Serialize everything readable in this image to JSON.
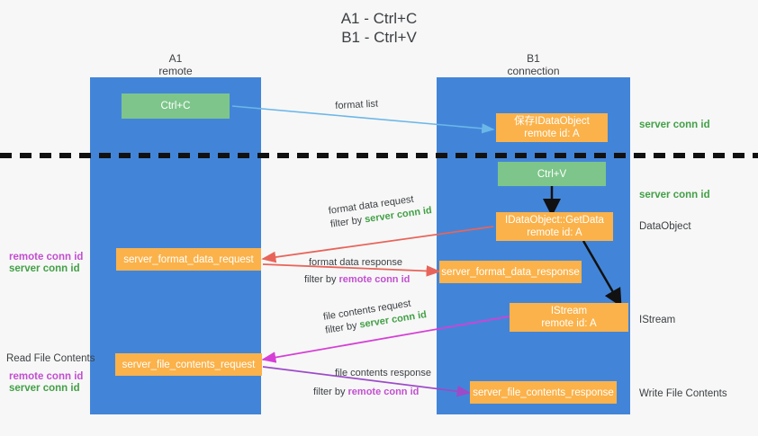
{
  "title": "A1 - Ctrl+C\nB1 - Ctrl+V",
  "columns": [
    {
      "name": "A1",
      "role": "remote",
      "label": "A1\nremote"
    },
    {
      "name": "B1",
      "role": "connection",
      "label": "B1\nconnection"
    }
  ],
  "colors": {
    "lane": "#4285d8",
    "green_box": "#7dc58a",
    "orange_box": "#fbb24a",
    "server_conn_id": "#43a047",
    "remote_conn_id": "#c24fd0",
    "arrow_blue": "#6bb7e8",
    "arrow_red": "#e8645a",
    "arrow_magenta": "#d63fd6",
    "arrow_purple": "#9c4bc8",
    "arrow_black": "#111111",
    "divider": "#111111",
    "background": "#f7f7f7"
  },
  "boxes": {
    "ctrl_c": "Ctrl+C",
    "save_idataobject": "保存IDataObject\nremote id: A",
    "ctrl_v": "Ctrl+V",
    "idataobject_getdata": "IDataObject::GetData\nremote id: A",
    "istream": "IStream\nremote id: A",
    "server_format_data_request": "server_format_data_request",
    "server_format_data_response": "server_format_data_response",
    "server_file_contents_request": "server_file_contents_request",
    "server_file_contents_response": "server_file_contents_response"
  },
  "annotations": {
    "format_list": "format list",
    "format_data_request": "format data request",
    "format_data_request_filter_prefix": "filter by ",
    "format_data_request_filter_value": "server conn id",
    "format_data_response": "format data response",
    "format_data_response_filter_prefix": "filter by ",
    "format_data_response_filter_value": "remote conn id",
    "file_contents_request": "file contents request",
    "file_contents_request_filter_prefix": "filter by ",
    "file_contents_request_filter_value": "server conn id",
    "file_contents_response": "file contents response",
    "file_contents_response_filter_prefix": "filter by ",
    "file_contents_response_filter_value": "remote conn id"
  },
  "right_labels": {
    "server_conn_id_top": "server conn id",
    "server_conn_id_mid": "server conn id",
    "dataobject": "DataObject",
    "istream": "IStream",
    "write_file_contents": "Write File Contents"
  },
  "left_labels": {
    "remote_conn_id_1": "remote conn id",
    "server_conn_id_1": "server conn id",
    "read_file_contents": "Read File Contents",
    "remote_conn_id_2": "remote conn id",
    "server_conn_id_2": "server conn id"
  }
}
